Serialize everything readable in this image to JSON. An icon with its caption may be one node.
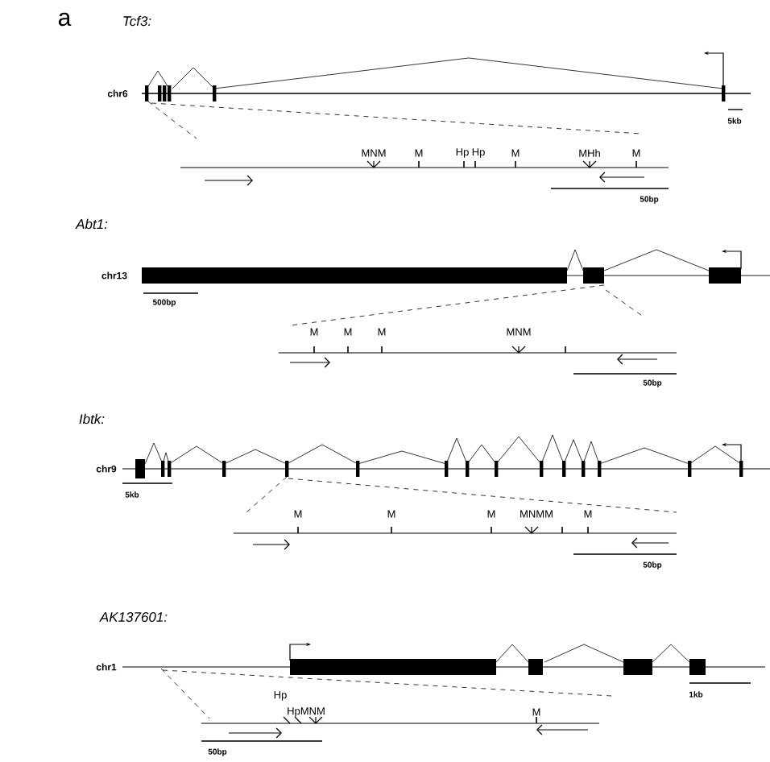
{
  "diagram": {
    "labels": [
      "a",
      "Tcf3:",
      "chr6",
      "5kb",
      "MNM",
      "M",
      "Hp",
      "Hp",
      "M",
      "MHh",
      "M",
      "50bp",
      "Abt1:",
      "chr13",
      "500bp",
      "M",
      "M",
      "M",
      "MNM",
      "50bp",
      "Ibtk:",
      "chr9",
      "5kb",
      "M",
      "M",
      "M",
      "MNMM",
      "M",
      "50bp",
      "AK137601:",
      "chr1",
      "1kb",
      "Hp",
      "HpMNM",
      "M",
      "50bp"
    ]
  }
}
